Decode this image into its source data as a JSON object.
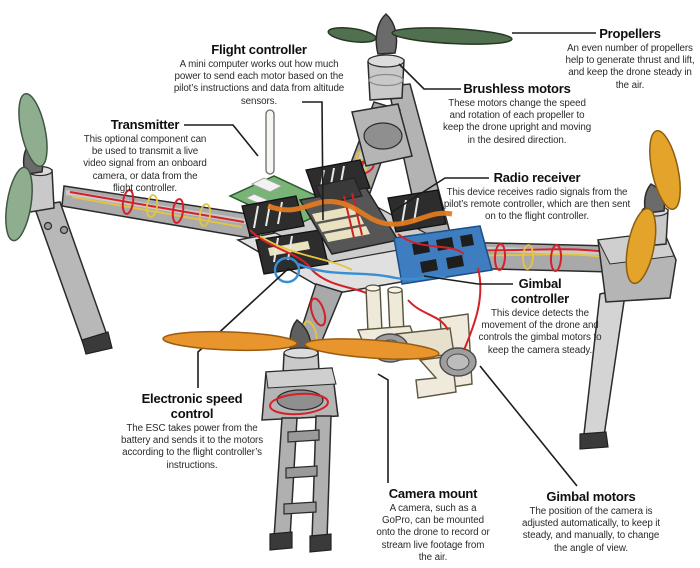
{
  "diagram": {
    "subject": "Drone parts diagram",
    "labels": [
      {
        "id": "propellers",
        "title": "Propellers",
        "body": "An even number of propellers help to generate thrust and lift, and keep the drone steady in the air."
      },
      {
        "id": "flight-controller",
        "title": "Flight controller",
        "body": "A mini computer works out how much power to send each motor based on the pilot’s instructions and data from altitude sensors."
      },
      {
        "id": "brushless-motors",
        "title": "Brushless motors",
        "body": "These motors change the speed and rotation of each propeller to keep the drone upright and moving in the desired direction."
      },
      {
        "id": "transmitter",
        "title": "Transmitter",
        "body": "This optional component can be used to transmit a live video signal from an onboard camera, or data from the flight controller."
      },
      {
        "id": "radio-receiver",
        "title": "Radio receiver",
        "body": "This device receives radio signals from the pilot’s remote controller, which are then sent on to the flight controller."
      },
      {
        "id": "gimbal-controller",
        "title": "Gimbal controller",
        "body": "This device detects the movement of the drone and controls the gimbal motors to keep the camera steady."
      },
      {
        "id": "electronic-speed-control",
        "title": "Electronic speed control",
        "body": "The ESC takes power from the battery and sends it to the motors according to the flight controller’s instructions."
      },
      {
        "id": "camera-mount",
        "title": "Camera mount",
        "body": "A camera, such as a GoPro, can be mounted onto the drone to record or stream live footage from the air."
      },
      {
        "id": "gimbal-motors",
        "title": "Gimbal motors",
        "body": "The position of the camera is adjusted automatically, to keep it steady, and manually, to change the angle of view."
      }
    ],
    "colors": {
      "background": "#ffffff",
      "text": "#1d1d1b",
      "leader_line": "#1d1d1b",
      "propeller_dark_green": "#51704f",
      "propeller_sage_green": "#8fae90",
      "propeller_yellow": "#e4a32b",
      "propeller_orange": "#e8952d",
      "frame_gray": "#b5b5b5",
      "pcb_green": "#77b476",
      "board_blue": "#3e7ec0",
      "esc_black": "#2d2d2d",
      "wire_red": "#d42127",
      "wire_yellow": "#e7c440",
      "wire_orange": "#e07a1f",
      "wire_blue": "#3a8fd4",
      "gimbal_cream": "#efeadb"
    }
  }
}
